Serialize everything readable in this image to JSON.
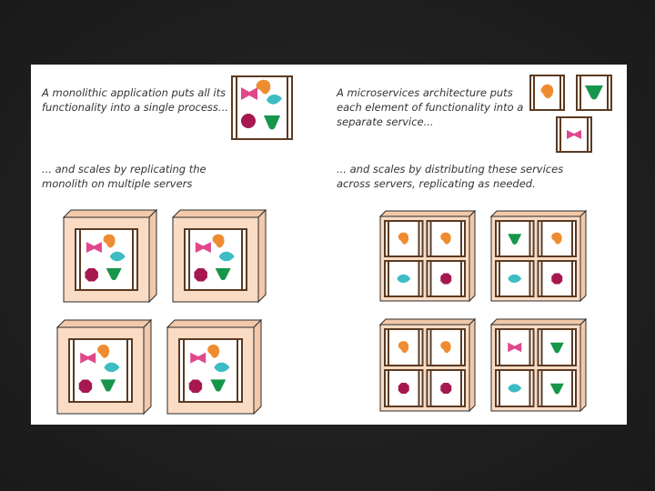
{
  "left": {
    "intro_lines": [
      "A monolithic application puts all its",
      "functionality into a single process..."
    ],
    "scale_lines": [
      "... and scales by replicating the",
      "monolith on multiple servers"
    ]
  },
  "right": {
    "intro_lines": [
      "A microservices architecture puts",
      "each element of functionality into a",
      "separate service..."
    ],
    "scale_lines": [
      "... and scales by distributing these services",
      "across servers, replicating as needed."
    ]
  },
  "colors": {
    "server_fill": "#fadbc4",
    "server_side": "#f2c9aa",
    "frame": "#5b3a22",
    "pink": "#e0488c",
    "orange": "#ef8c32",
    "teal": "#3dbcc4",
    "maroon": "#a6184f",
    "green": "#16964a"
  },
  "microservice_servers": [
    {
      "services": [
        "orange-blob",
        "orange-blob",
        "teal-leaf",
        "maroon-octagon"
      ]
    },
    {
      "services": [
        "green-triangle",
        "orange-blob",
        "teal-leaf",
        "maroon-octagon"
      ]
    },
    {
      "services": [
        "orange-blob",
        "orange-blob",
        "maroon-octagon",
        "maroon-octagon"
      ]
    },
    {
      "services": [
        "pink-bowtie",
        "green-triangle",
        "teal-leaf",
        "green-triangle"
      ]
    }
  ]
}
